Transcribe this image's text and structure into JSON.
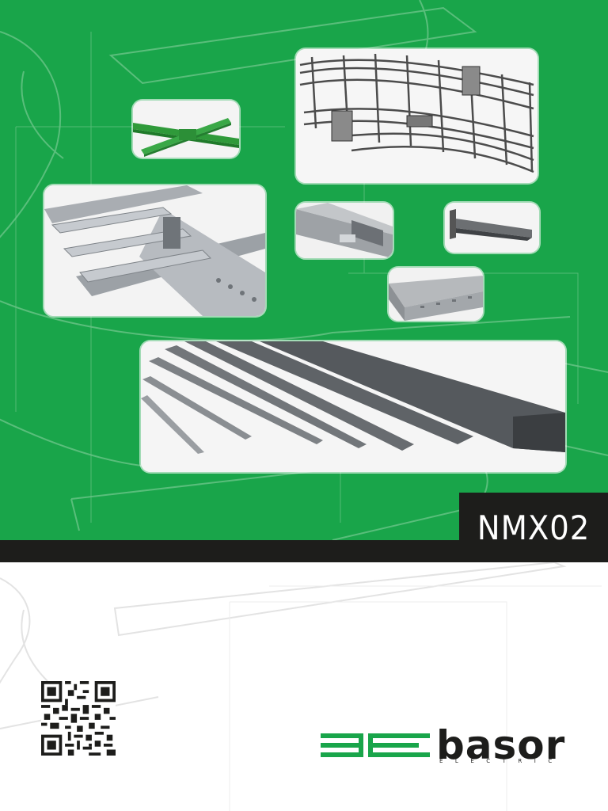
{
  "cover": {
    "code": "NMX02",
    "brand_color": "#19a54a",
    "band_color": "#1d1d1b"
  },
  "brand": {
    "mark_icon": "3e-logo-icon",
    "name": "basor",
    "sub": "ELECTRIC"
  },
  "products": [
    {
      "name": "green-cross-fitting-icon"
    },
    {
      "name": "wire-mesh-tray-icon"
    },
    {
      "name": "cable-ladder-icon"
    },
    {
      "name": "perforated-tray-coupling-icon"
    },
    {
      "name": "wall-bracket-icon"
    },
    {
      "name": "perforated-tray-icon"
    },
    {
      "name": "strut-channels-icon"
    }
  ],
  "qr": {
    "icon": "qr-code-icon"
  }
}
